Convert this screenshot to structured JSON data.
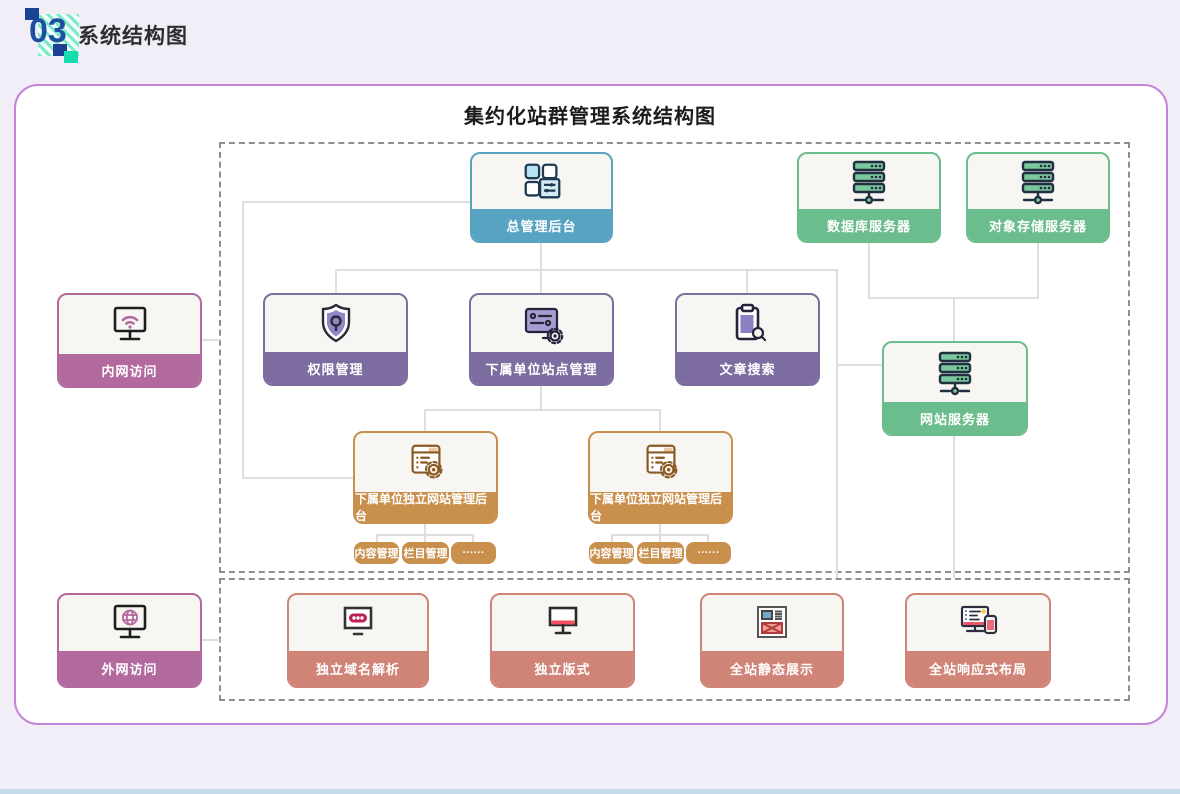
{
  "header": {
    "number": "03",
    "title": "系统结构图"
  },
  "diagram": {
    "title": "集约化站群管理系统结构图"
  },
  "nodes": {
    "master": {
      "label": "总管理后台"
    },
    "database_server": {
      "label": "数据库服务器"
    },
    "object_storage_server": {
      "label": "对象存储服务器"
    },
    "intranet_access": {
      "label": "内网访问"
    },
    "permission_mgmt": {
      "label": "权限管理"
    },
    "subunit_site_mgmt": {
      "label": "下属单位站点管理"
    },
    "article_search": {
      "label": "文章搜索"
    },
    "web_server": {
      "label": "网站服务器"
    },
    "subunit_backend_left": {
      "label": "下属单位独立网站管理后台"
    },
    "subunit_backend_right": {
      "label": "下属单位独立网站管理后台"
    },
    "extranet_access": {
      "label": "外网访问"
    },
    "domain_resolution": {
      "label": "独立域名解析"
    },
    "independent_layout": {
      "label": "独立版式"
    },
    "static_display": {
      "label": "全站静态展示"
    },
    "responsive_layout": {
      "label": "全站响应式布局"
    }
  },
  "sub_tags": [
    "内容管理",
    "栏目管理",
    "······"
  ],
  "colors": {
    "teal": "#58a3c2",
    "green": "#6cbd8d",
    "purple": "#7c6ca0",
    "pink": "#b2699d",
    "orange": "#c9904d",
    "salmon": "#d08477",
    "card_border": "#c584da",
    "header_number": "#1d4fa1",
    "header_accent": "#17dcae",
    "navy": "#1c4294",
    "connector": "#dedede"
  }
}
